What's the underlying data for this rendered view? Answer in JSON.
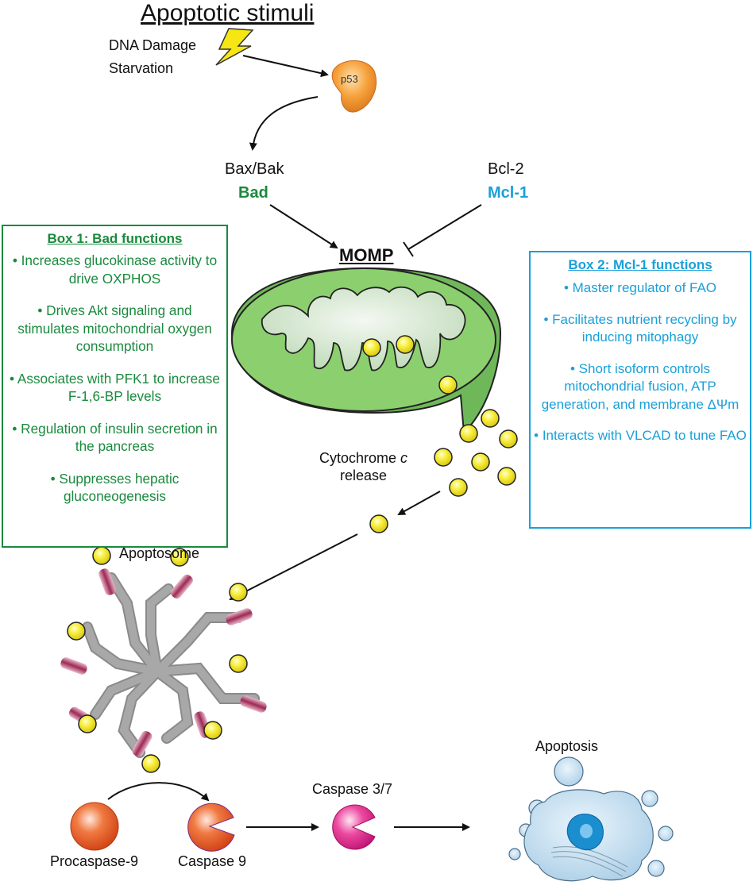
{
  "title": "Apoptotic stimuli",
  "stimuli": [
    "DNA Damage",
    "Starvation"
  ],
  "p53_label": "p53",
  "proapoptotic": {
    "group": "Bax/Bak",
    "highlight": "Bad"
  },
  "antiapoptotic": {
    "group": "Bcl-2",
    "highlight": "Mcl-1"
  },
  "momp_label": "MOMP",
  "cytochrome_label": {
    "line1": "Cytochrome ",
    "italic": "c",
    "line2": "release"
  },
  "box1": {
    "title": "Box 1: Bad functions",
    "items": [
      "• Increases glucokinase activity to drive OXPHOS",
      "• Drives Akt signaling and stimulates mitochondrial oxygen consumption",
      "• Associates with PFK1 to increase F-1,6-BP levels",
      "• Regulation of insulin secretion in the pancreas",
      "• Suppresses hepatic gluconeogenesis"
    ]
  },
  "box2": {
    "title": "Box 2: Mcl-1 functions",
    "items": [
      "• Master regulator of FAO",
      "• Facilitates nutrient recycling by inducing mitophagy",
      "• Short isoform controls mitochondrial fusion, ATP generation, and membrane ΔΨm",
      "• Interacts with VLCAD to tune FAO"
    ]
  },
  "apoptosome_label": "Apoptosome",
  "procaspase_label": "Procaspase-9",
  "caspase9_label": "Caspase 9",
  "caspase37_label": "Caspase 3/7",
  "apoptosis_label": "Apoptosis",
  "colors": {
    "bad_green": "#1a8a3e",
    "mcl1_blue": "#1aa0d8",
    "mito_green": "#8ccf6e",
    "cyt_c_yellow": "#f2e62a",
    "caspase_orange": "#e85a22",
    "caspase_magenta": "#e0208a",
    "apoptosome_gray": "#a8a8a8",
    "apoptosome_maroon": "#9c2a55"
  }
}
